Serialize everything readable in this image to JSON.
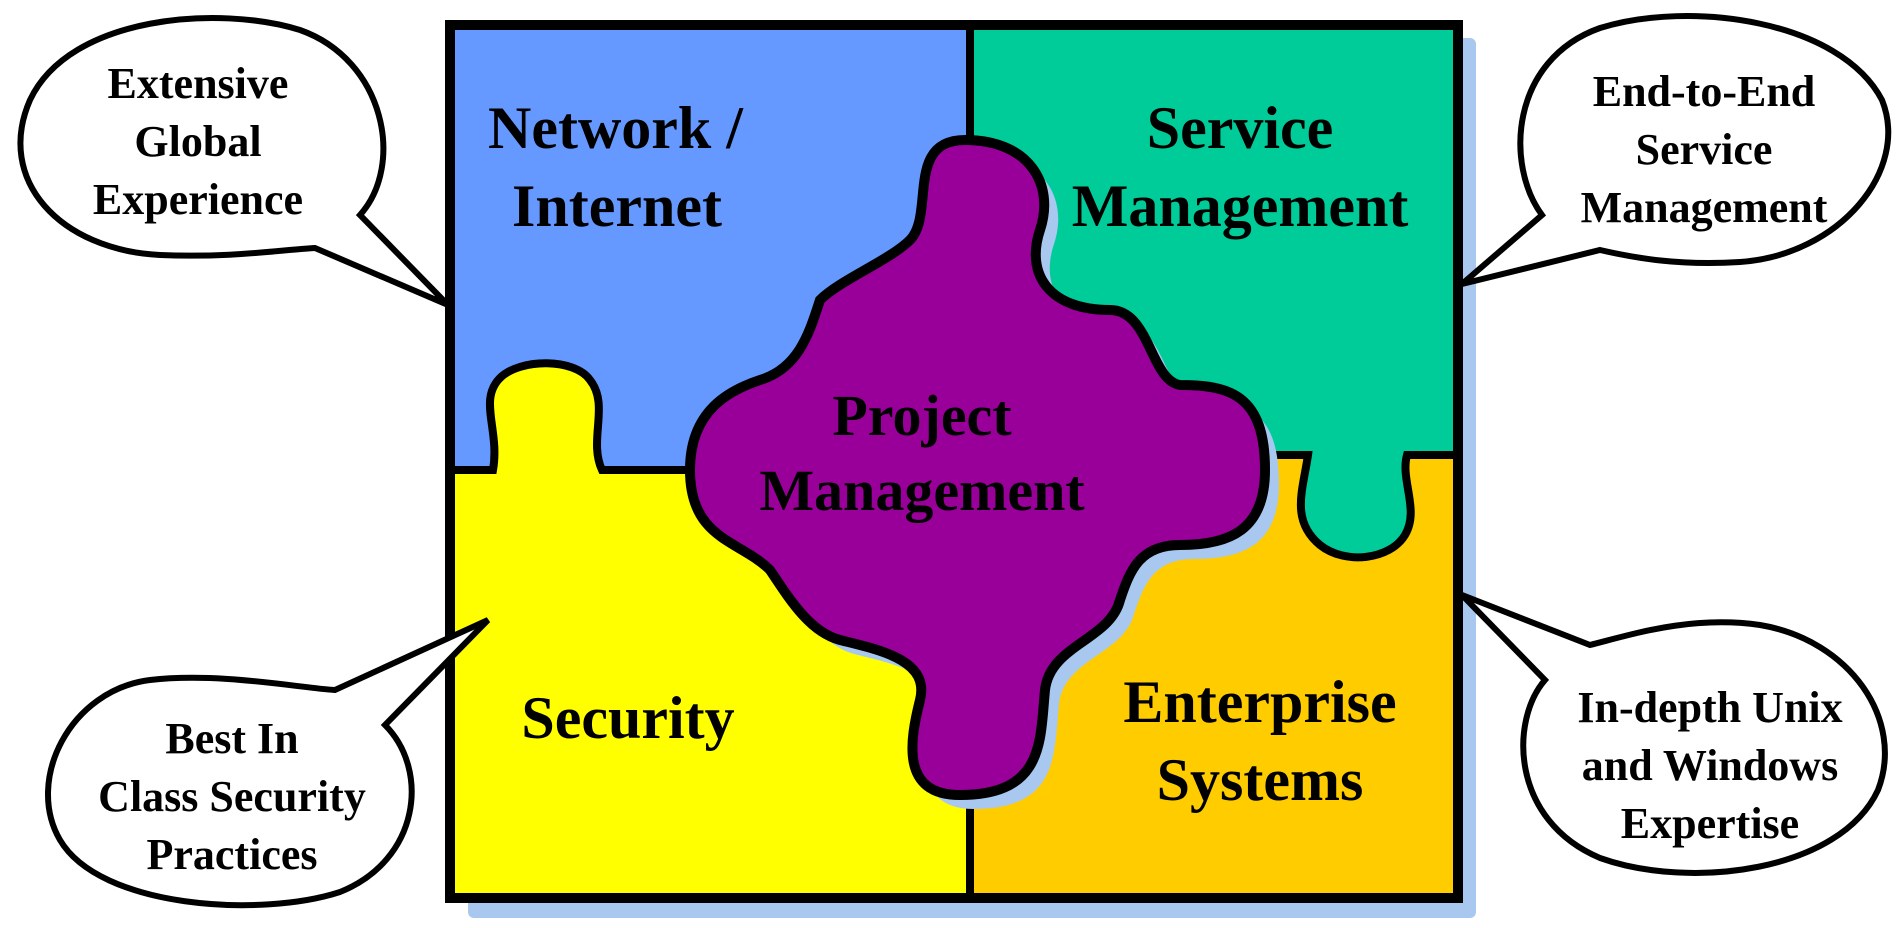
{
  "colors": {
    "network": "#6699ff",
    "service": "#00cc99",
    "security": "#ffff00",
    "enterprise": "#ffcc00",
    "project": "#990099",
    "shadow": "#a8c8f0",
    "outline": "#000000",
    "background": "#ffffff"
  },
  "pieces": {
    "network": {
      "line1": "Network /",
      "line2": "Internet"
    },
    "service": {
      "line1": "Service",
      "line2": "Management"
    },
    "security": {
      "line1": "Security"
    },
    "enterprise": {
      "line1": "Enterprise",
      "line2": "Systems"
    },
    "project": {
      "line1": "Project",
      "line2": "Management"
    }
  },
  "callouts": {
    "top_left": {
      "lines": [
        "Extensive",
        "Global",
        "Experience"
      ]
    },
    "top_right": {
      "lines": [
        "End-to-End",
        "Service",
        "Management"
      ]
    },
    "bottom_left": {
      "lines": [
        "Best In",
        "Class Security",
        "Practices"
      ]
    },
    "bottom_right": {
      "lines": [
        "In-depth Unix",
        "and Windows",
        "Expertise"
      ]
    }
  }
}
